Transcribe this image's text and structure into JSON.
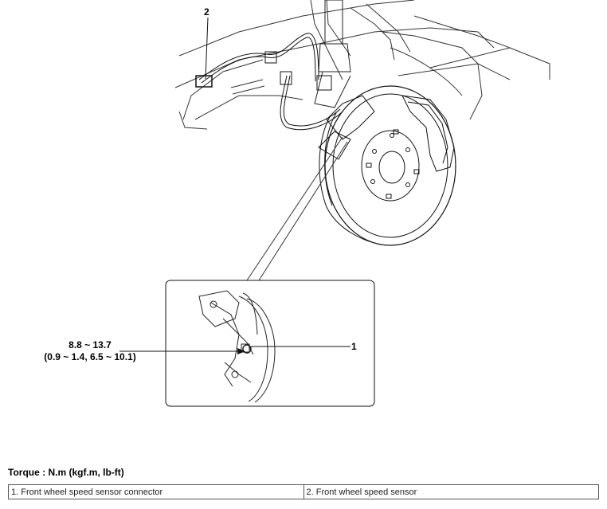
{
  "callouts": {
    "part_1": "1",
    "part_2": "2"
  },
  "torque": {
    "spec_nm": "8.8 ~ 13.7",
    "spec_alt": "(0.9 ~ 1.4, 6.5 ~ 10.1)",
    "heading": "Torque : N.m (kgf.m, lb-ft)"
  },
  "legend": {
    "items": [
      "1. Front wheel speed sensor connector",
      "2. Front wheel speed sensor"
    ]
  }
}
